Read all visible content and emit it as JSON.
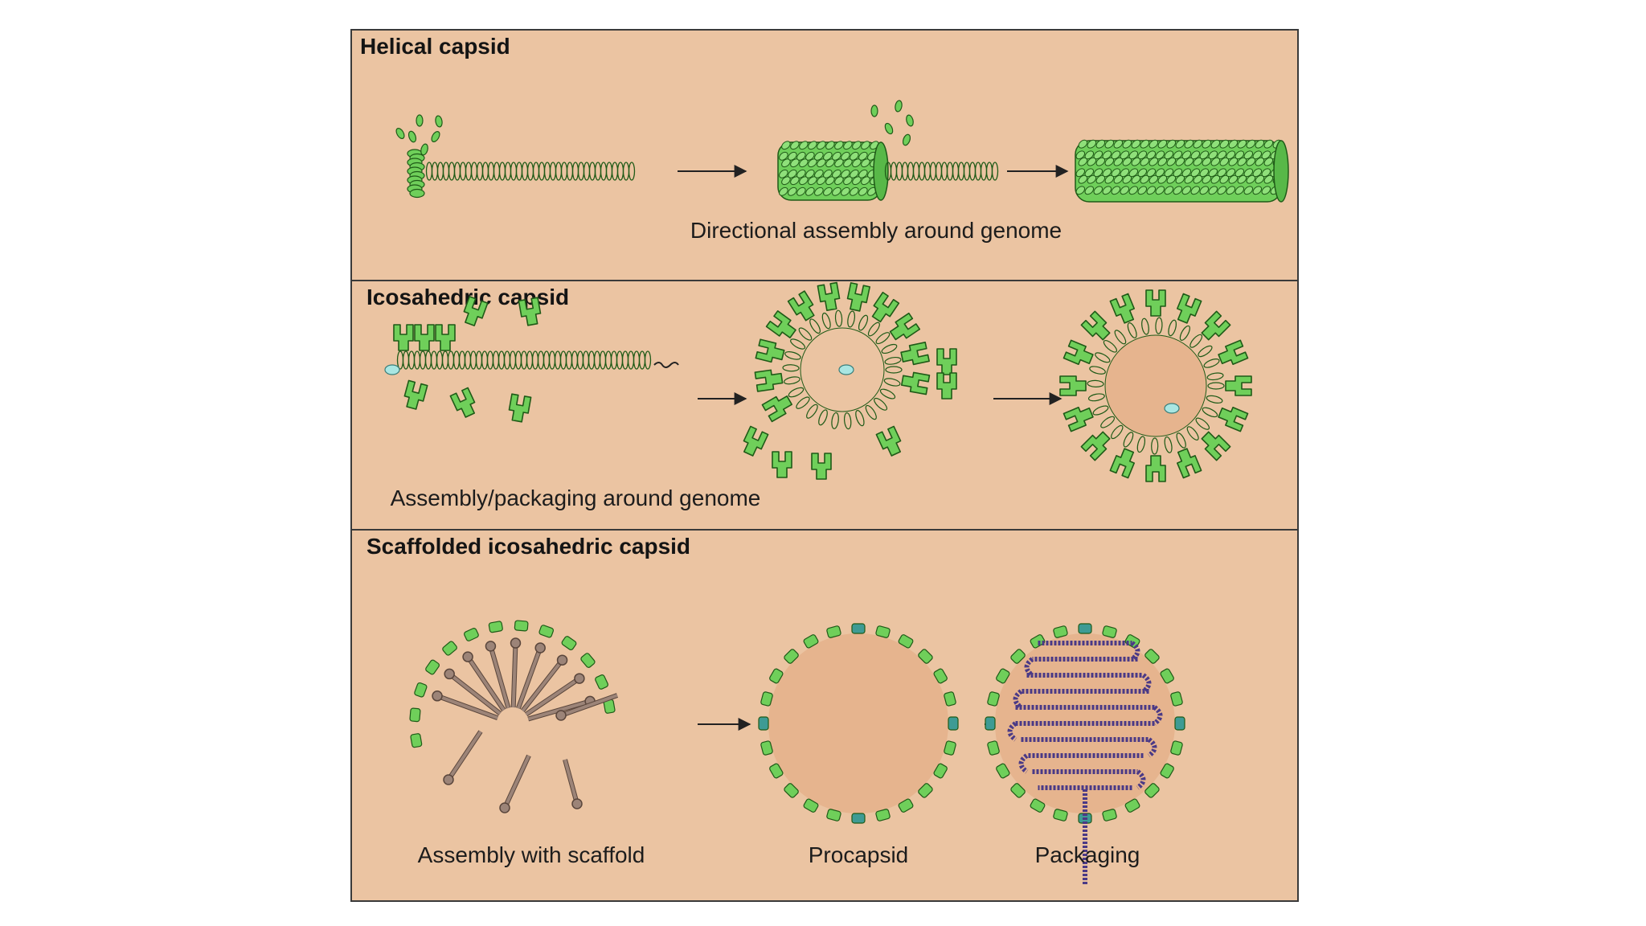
{
  "panels": [
    {
      "title": "Helical capsid",
      "captions": [
        "Directional assembly around genome"
      ]
    },
    {
      "title": "Icosahedric capsid",
      "captions": [
        "Assembly/packaging around genome"
      ]
    },
    {
      "title": "Scaffolded icosahedric capsid",
      "captions": [
        "Assembly with scaffold",
        "Procapsid",
        "Packaging"
      ]
    }
  ],
  "colors": {
    "background": "#ebc4a2",
    "capsid_protein": "#6fcf5a",
    "capsid_outline": "#1f5a17",
    "scaffold": "#9c8478",
    "vertex_protein": "#3e9b94",
    "genome_dna": "#4b3a86",
    "capsid_interior": "#e6b48e"
  }
}
